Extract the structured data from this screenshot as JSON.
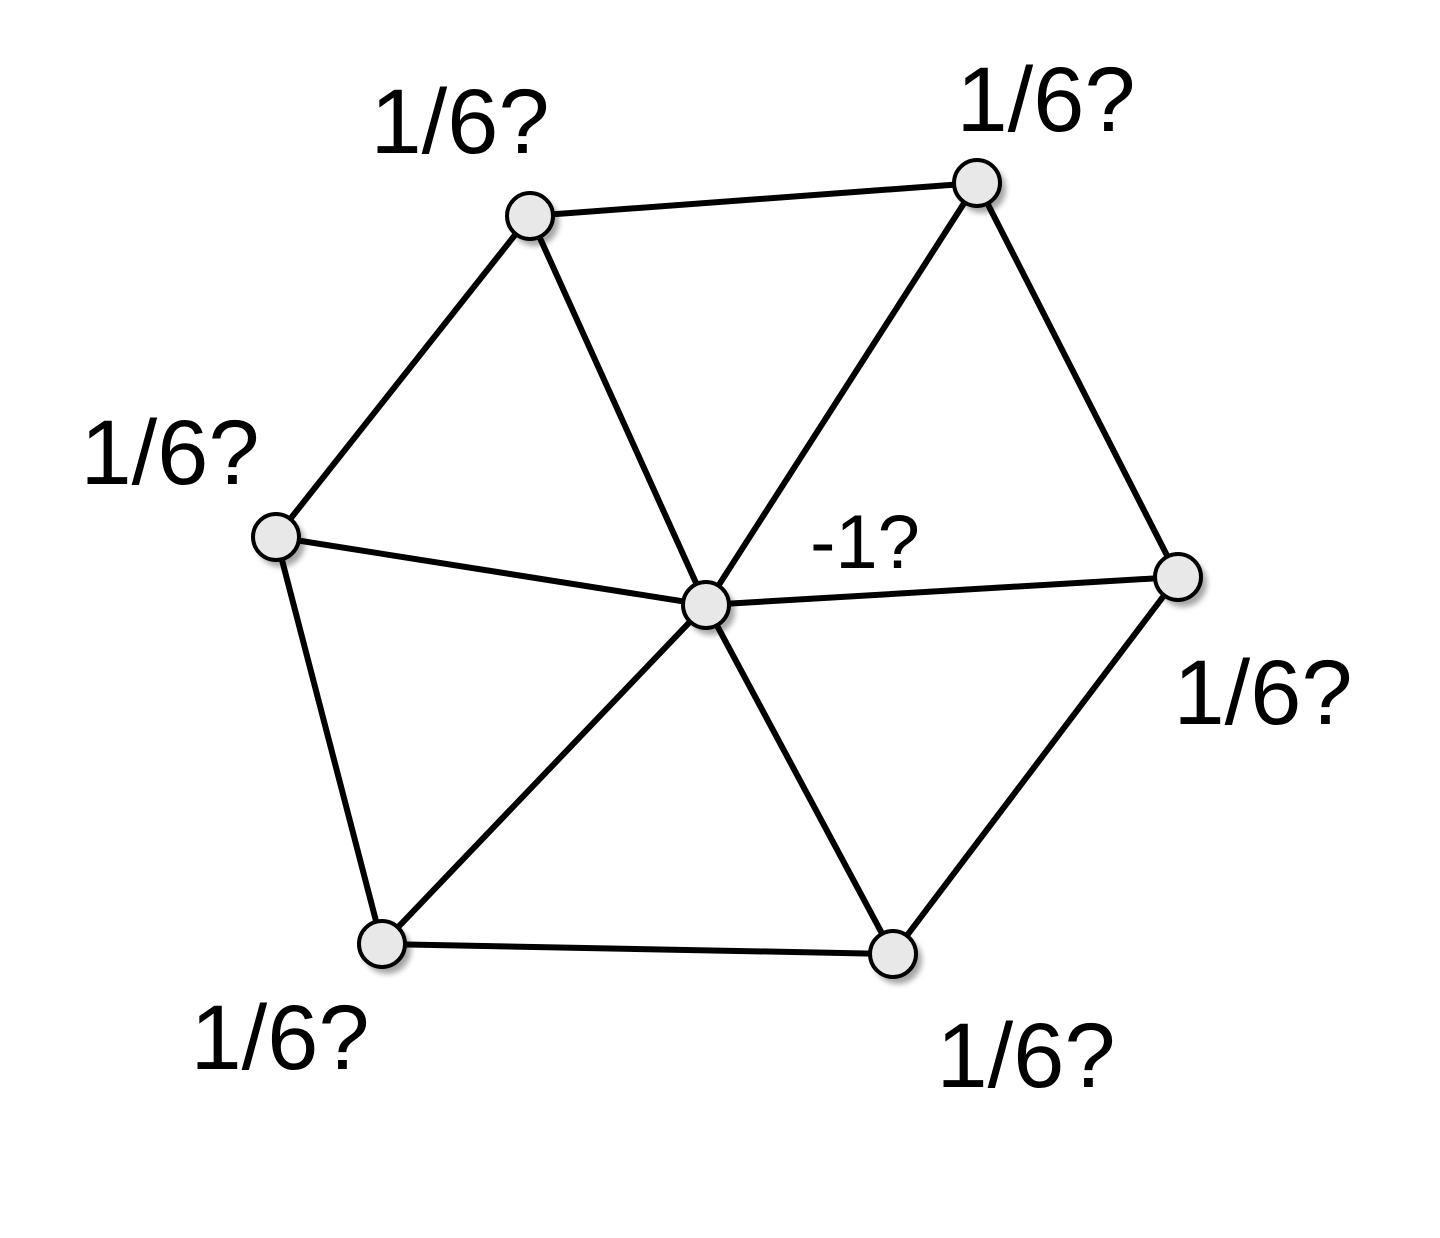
{
  "diagram": {
    "center_label": "-1?",
    "vertex_labels": {
      "top_left": "1/6?",
      "top_right": "1/6?",
      "left": "1/6?",
      "right": "1/6?",
      "bottom_left": "1/6?",
      "bottom_right": "1/6?"
    }
  }
}
